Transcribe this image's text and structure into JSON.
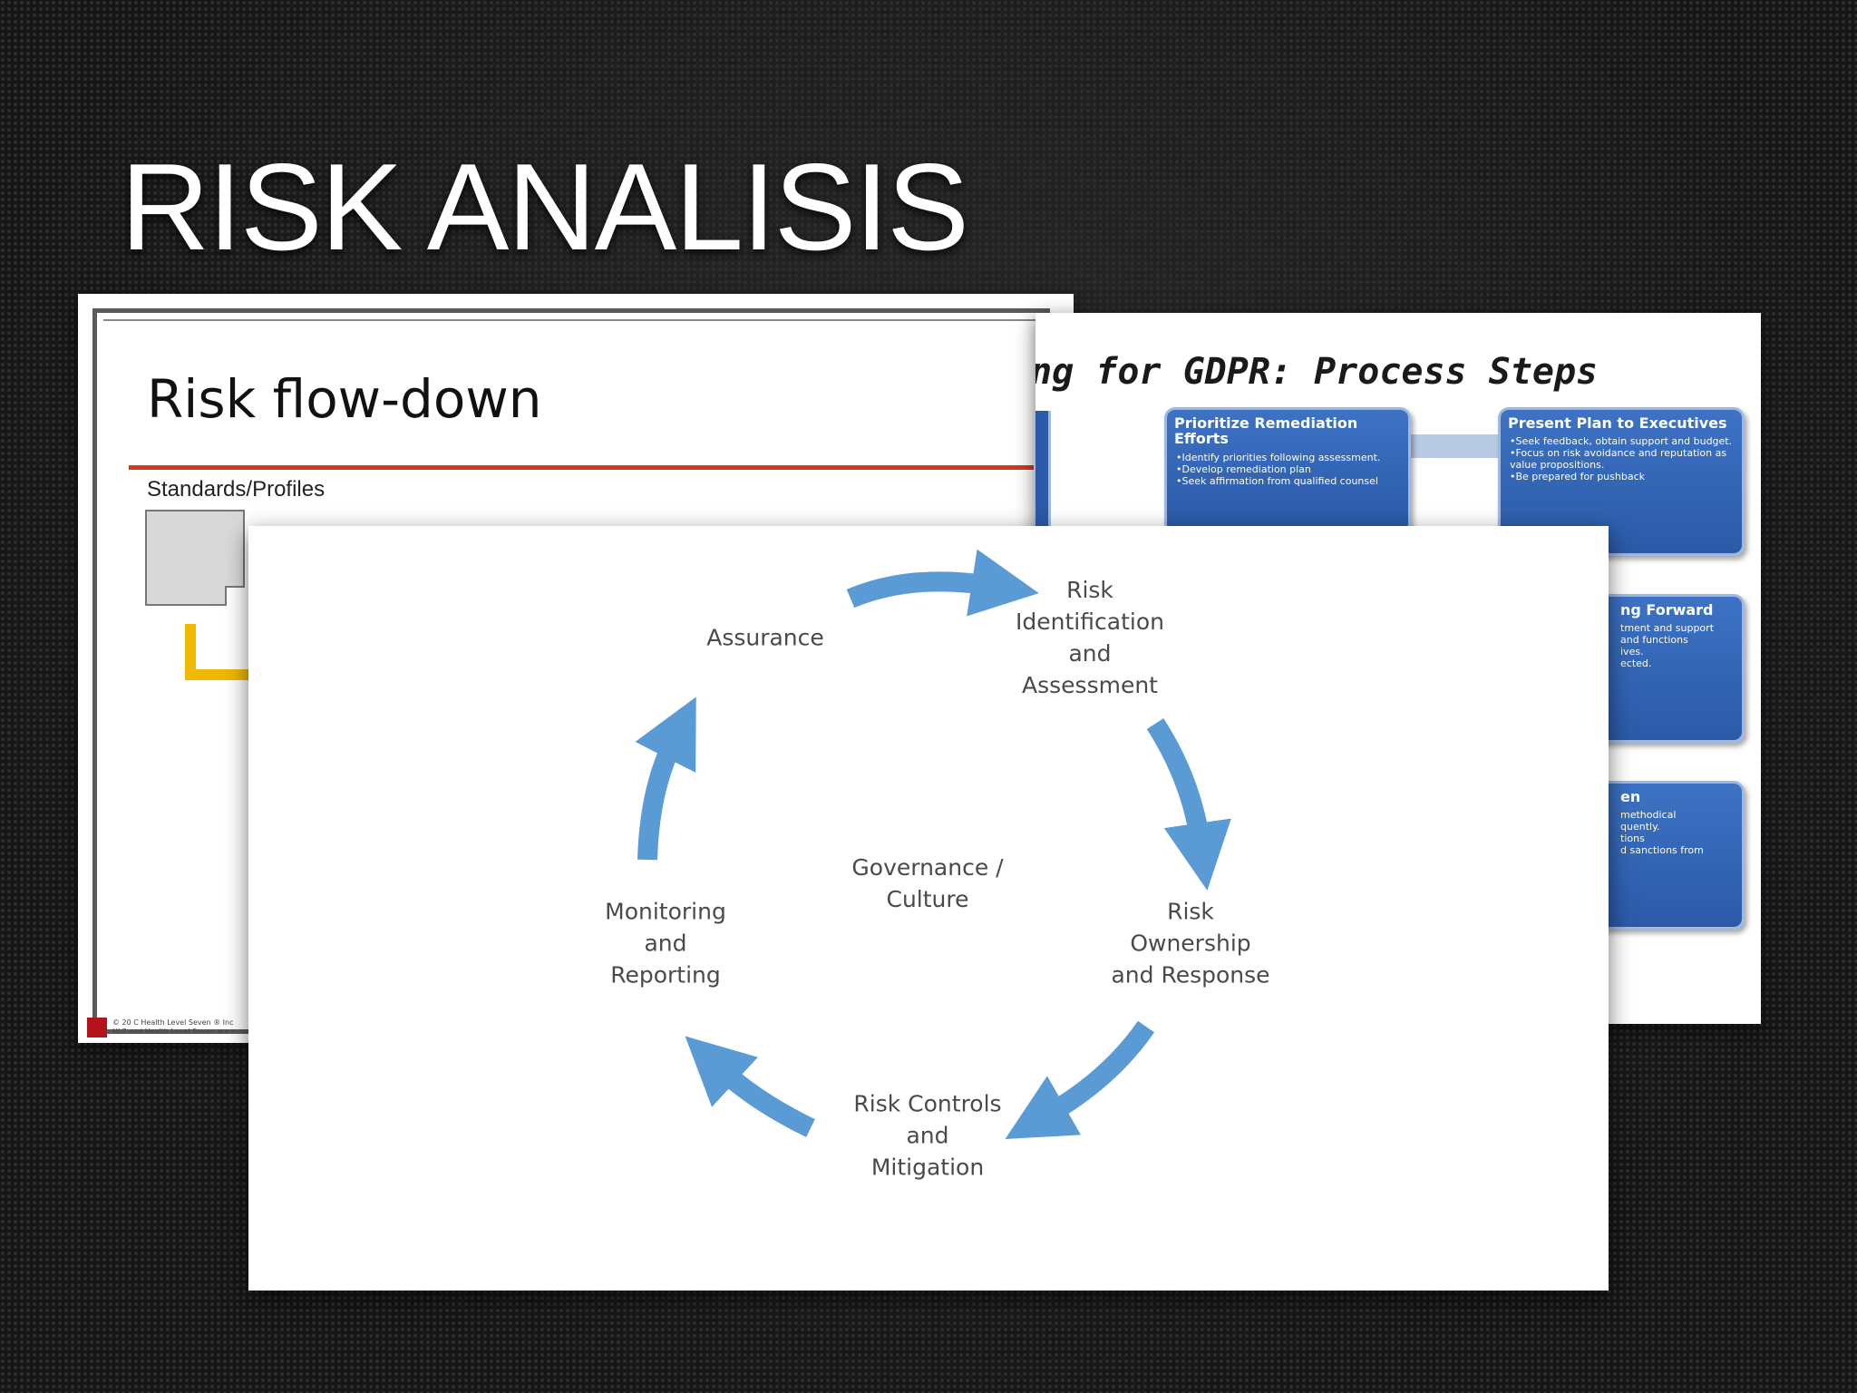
{
  "slide": {
    "title": "RISK ANALISIS"
  },
  "flowdown": {
    "title": "Risk flow-down",
    "subtitle": "Standards/Profiles",
    "footer": "© 20 C Health Level Seven ® Inc\nHL7 and Health Level Seven are r"
  },
  "gdpr": {
    "title": "ng for GDPR: Process Steps",
    "boxes": [
      {
        "title": "Prioritize Remediation Efforts",
        "body": "•Identify priorities following assessment.\n•Develop remediation plan\n•Seek affirmation from qualified counsel"
      },
      {
        "title": "Present Plan to Executives",
        "body": "•Seek feedback, obtain support and budget.\n•Focus on risk avoidance and reputation as value propositions.\n•Be prepared for pushback"
      },
      {
        "title": "ng Forward",
        "body": "tment and support\nand functions\nives.\nected."
      },
      {
        "title": "en",
        "body": "methodical\nquently.\ntions\nd sanctions from"
      }
    ],
    "colors": {
      "box": "#2b5aa8",
      "box_border": "#9eb9e0"
    }
  },
  "cycle": {
    "center": "Governance /\nCulture",
    "stages": [
      "Risk\nIdentification\nand\nAssessment",
      "Risk\nOwnership\nand Response",
      "Risk Controls\nand\nMitigation",
      "Monitoring\nand\nReporting",
      "Assurance"
    ],
    "arrow_color": "#5b9bd5"
  }
}
